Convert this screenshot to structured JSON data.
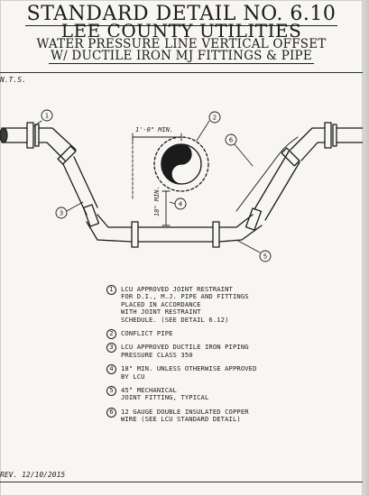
{
  "header": {
    "title": "STANDARD DETAIL NO. 6.10",
    "organization": "LEE COUNTY UTILITIES",
    "subtitle_line1": "WATER PRESSURE LINE VERTICAL OFFSET",
    "subtitle_line2": "W/ DUCTILE IRON MJ FITTINGS & PIPE"
  },
  "scale_note": "N.T.S.",
  "diagram": {
    "dimension_horizontal": "1'-0\" MIN.",
    "dimension_vertical": "18\" MIN.",
    "callouts": [
      "1",
      "2",
      "3",
      "4",
      "5",
      "6"
    ]
  },
  "notes": [
    {
      "num": "1",
      "text": "LCU APPROVED JOINT RESTRAINT\nFOR D.I., M.J. PIPE AND FITTINGS\nPLACED IN ACCORDANCE\nWITH JOINT RESTRAINT\nSCHEDULE. (SEE DETAIL 6.12)"
    },
    {
      "num": "2",
      "text": "CONFLICT PIPE"
    },
    {
      "num": "3",
      "text": "LCU APPROVED DUCTILE IRON PIPING\nPRESSURE CLASS 350"
    },
    {
      "num": "4",
      "text": "18\" MIN. UNLESS OTHERWISE APPROVED\nBY LCU"
    },
    {
      "num": "5",
      "text": "45° MECHANICAL\nJOINT FITTING, TYPICAL"
    },
    {
      "num": "6",
      "text": "12 GAUGE DOUBLE INSULATED COPPER\nWIRE (SEE LCU STANDARD DETAIL)"
    }
  ],
  "revision": "REV. 12/10/2015"
}
